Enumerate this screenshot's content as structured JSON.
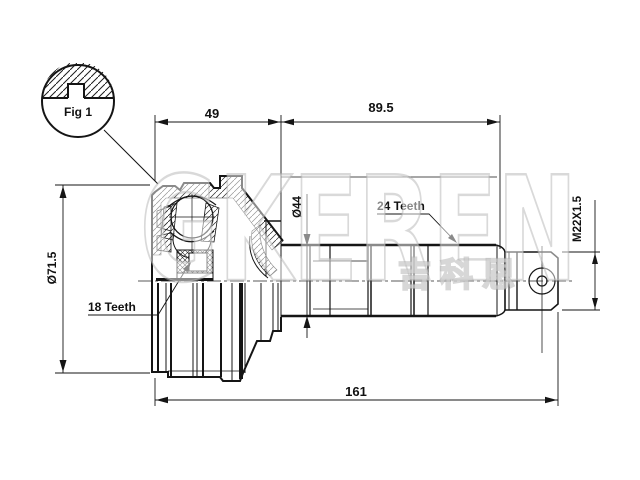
{
  "drawing": {
    "fig_label": "Fig 1",
    "dim_bell_width": "49",
    "dim_shaft_length": "89.5",
    "dim_total_length": "161",
    "dim_shaft_diameter": "Ø44",
    "dim_bell_diameter": "Ø71.5",
    "dim_thread": "M22X1.5",
    "label_inner_spline": "18 Teeth",
    "label_outer_spline": "24 Teeth"
  },
  "watermark": {
    "latin": "GKEREN",
    "cjk": "吉科恩"
  },
  "colors": {
    "line": "#1c1c1c",
    "background": "#ffffff",
    "watermark_stroke": "#b4b4b4"
  }
}
